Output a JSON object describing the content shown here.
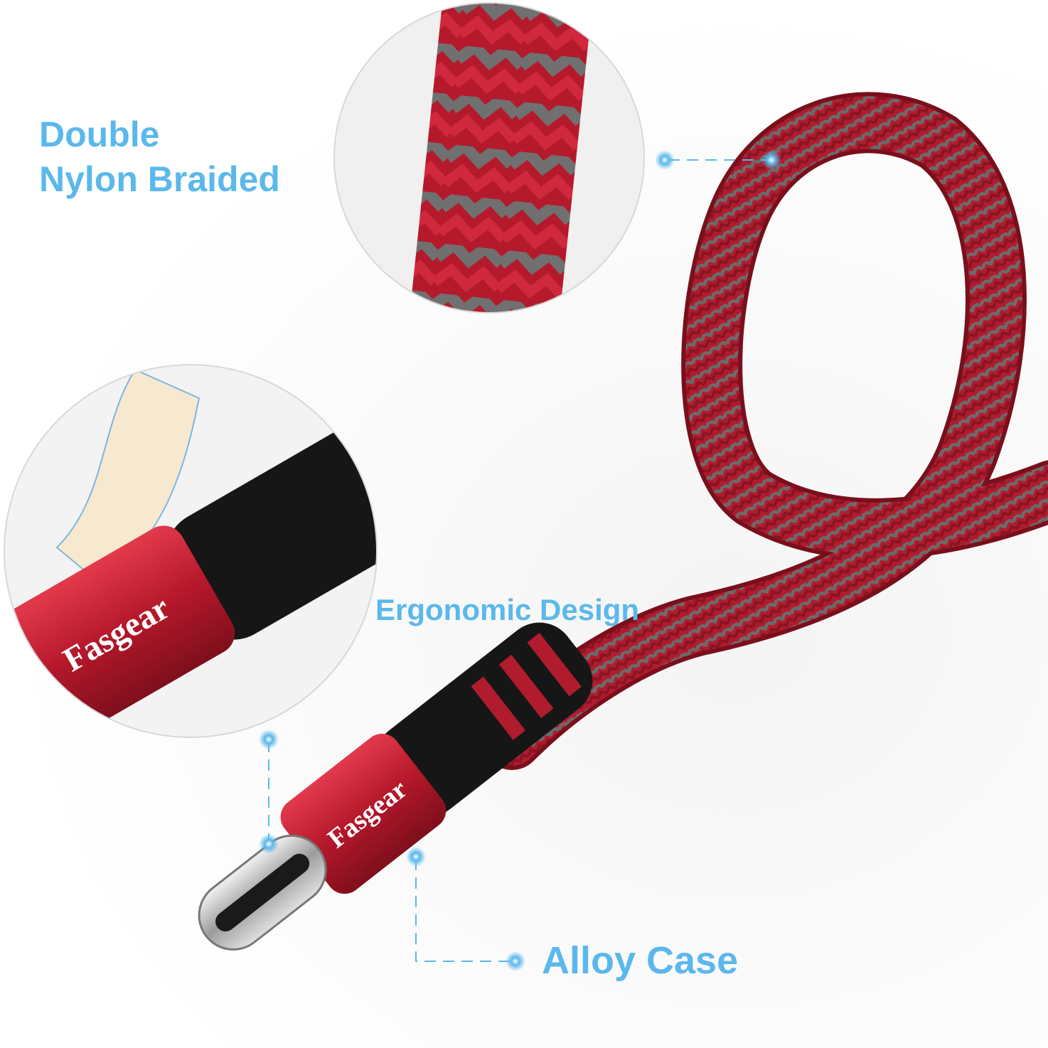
{
  "features": {
    "braided": {
      "line1": "Double",
      "line2": "Nylon Braided"
    },
    "ergonomic": {
      "label": "Ergonomic Design"
    },
    "alloy": {
      "label": "Alloy Case"
    }
  },
  "brand": {
    "logo_text": "Fasgear"
  },
  "colors": {
    "accent": "#5bb8ec",
    "cable_red": "#b01c2e",
    "braid_gray": "#6b6b6b",
    "boot_black": "#1a1a1a"
  }
}
